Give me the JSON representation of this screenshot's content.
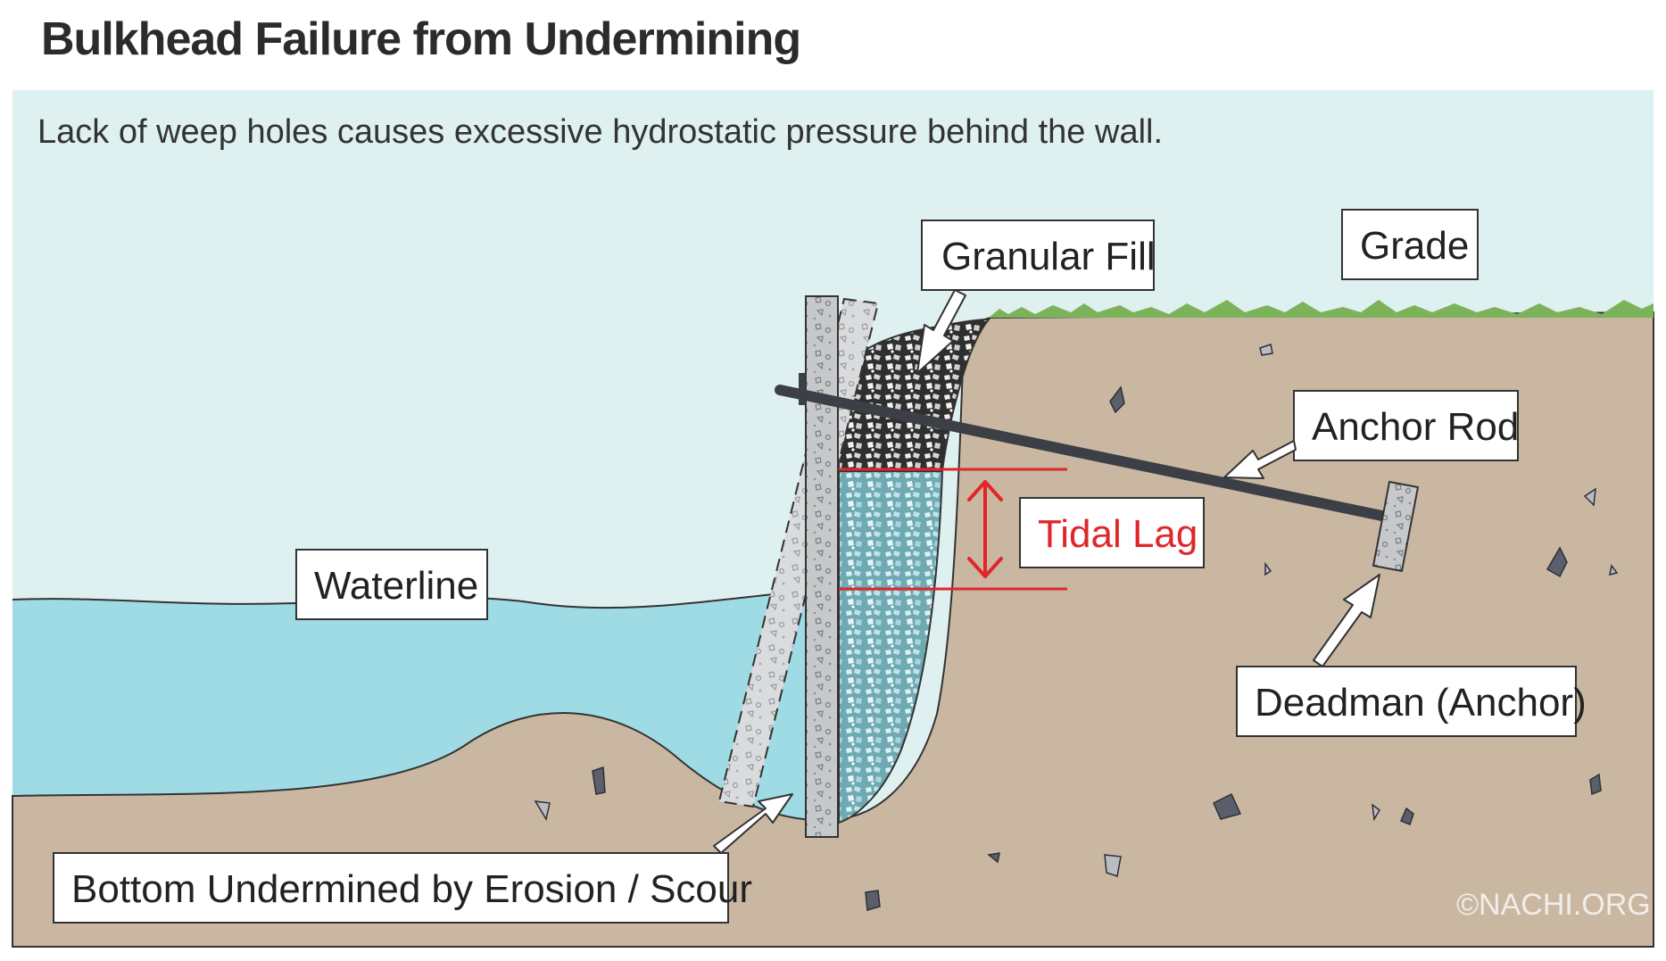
{
  "title": "Bulkhead Failure from Undermining",
  "subtitle": "Lack of weep holes causes excessive hydrostatic pressure behind the wall.",
  "labels": {
    "granular_fill": "Granular Fill",
    "grade": "Grade",
    "anchor_rod": "Anchor Rod",
    "tidal_lag": "Tidal Lag",
    "waterline": "Waterline",
    "deadman": "Deadman (Anchor)",
    "bottom_undermined": "Bottom Undermined by Erosion / Scour"
  },
  "watermark": "©NACHI.ORG",
  "colors": {
    "sky": "#dff0f1",
    "water": "#9fdbe5",
    "soil": "#c9b7a2",
    "grass": "#7cb35a",
    "concrete": "#c8cacc",
    "gravel_dark": "#3a3a3a",
    "saturated_fill": "#8fc4cc",
    "tidal_red": "#e0262b",
    "rock": "#5a5f6b"
  }
}
